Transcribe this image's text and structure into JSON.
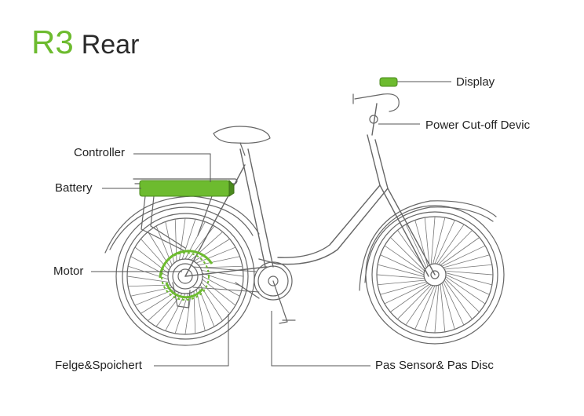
{
  "title": {
    "code": "R3",
    "word": "Rear"
  },
  "labels": {
    "display": "Display",
    "power_cutoff": "Power Cut-off Devic",
    "controller": "Controller",
    "battery": "Battery",
    "motor": "Motor",
    "felge": "Felge&Spoichert",
    "pas": "Pas Sensor& Pas Disc"
  },
  "colors": {
    "accent": "#6dbb2f",
    "line": "#555555",
    "text": "#222222"
  }
}
